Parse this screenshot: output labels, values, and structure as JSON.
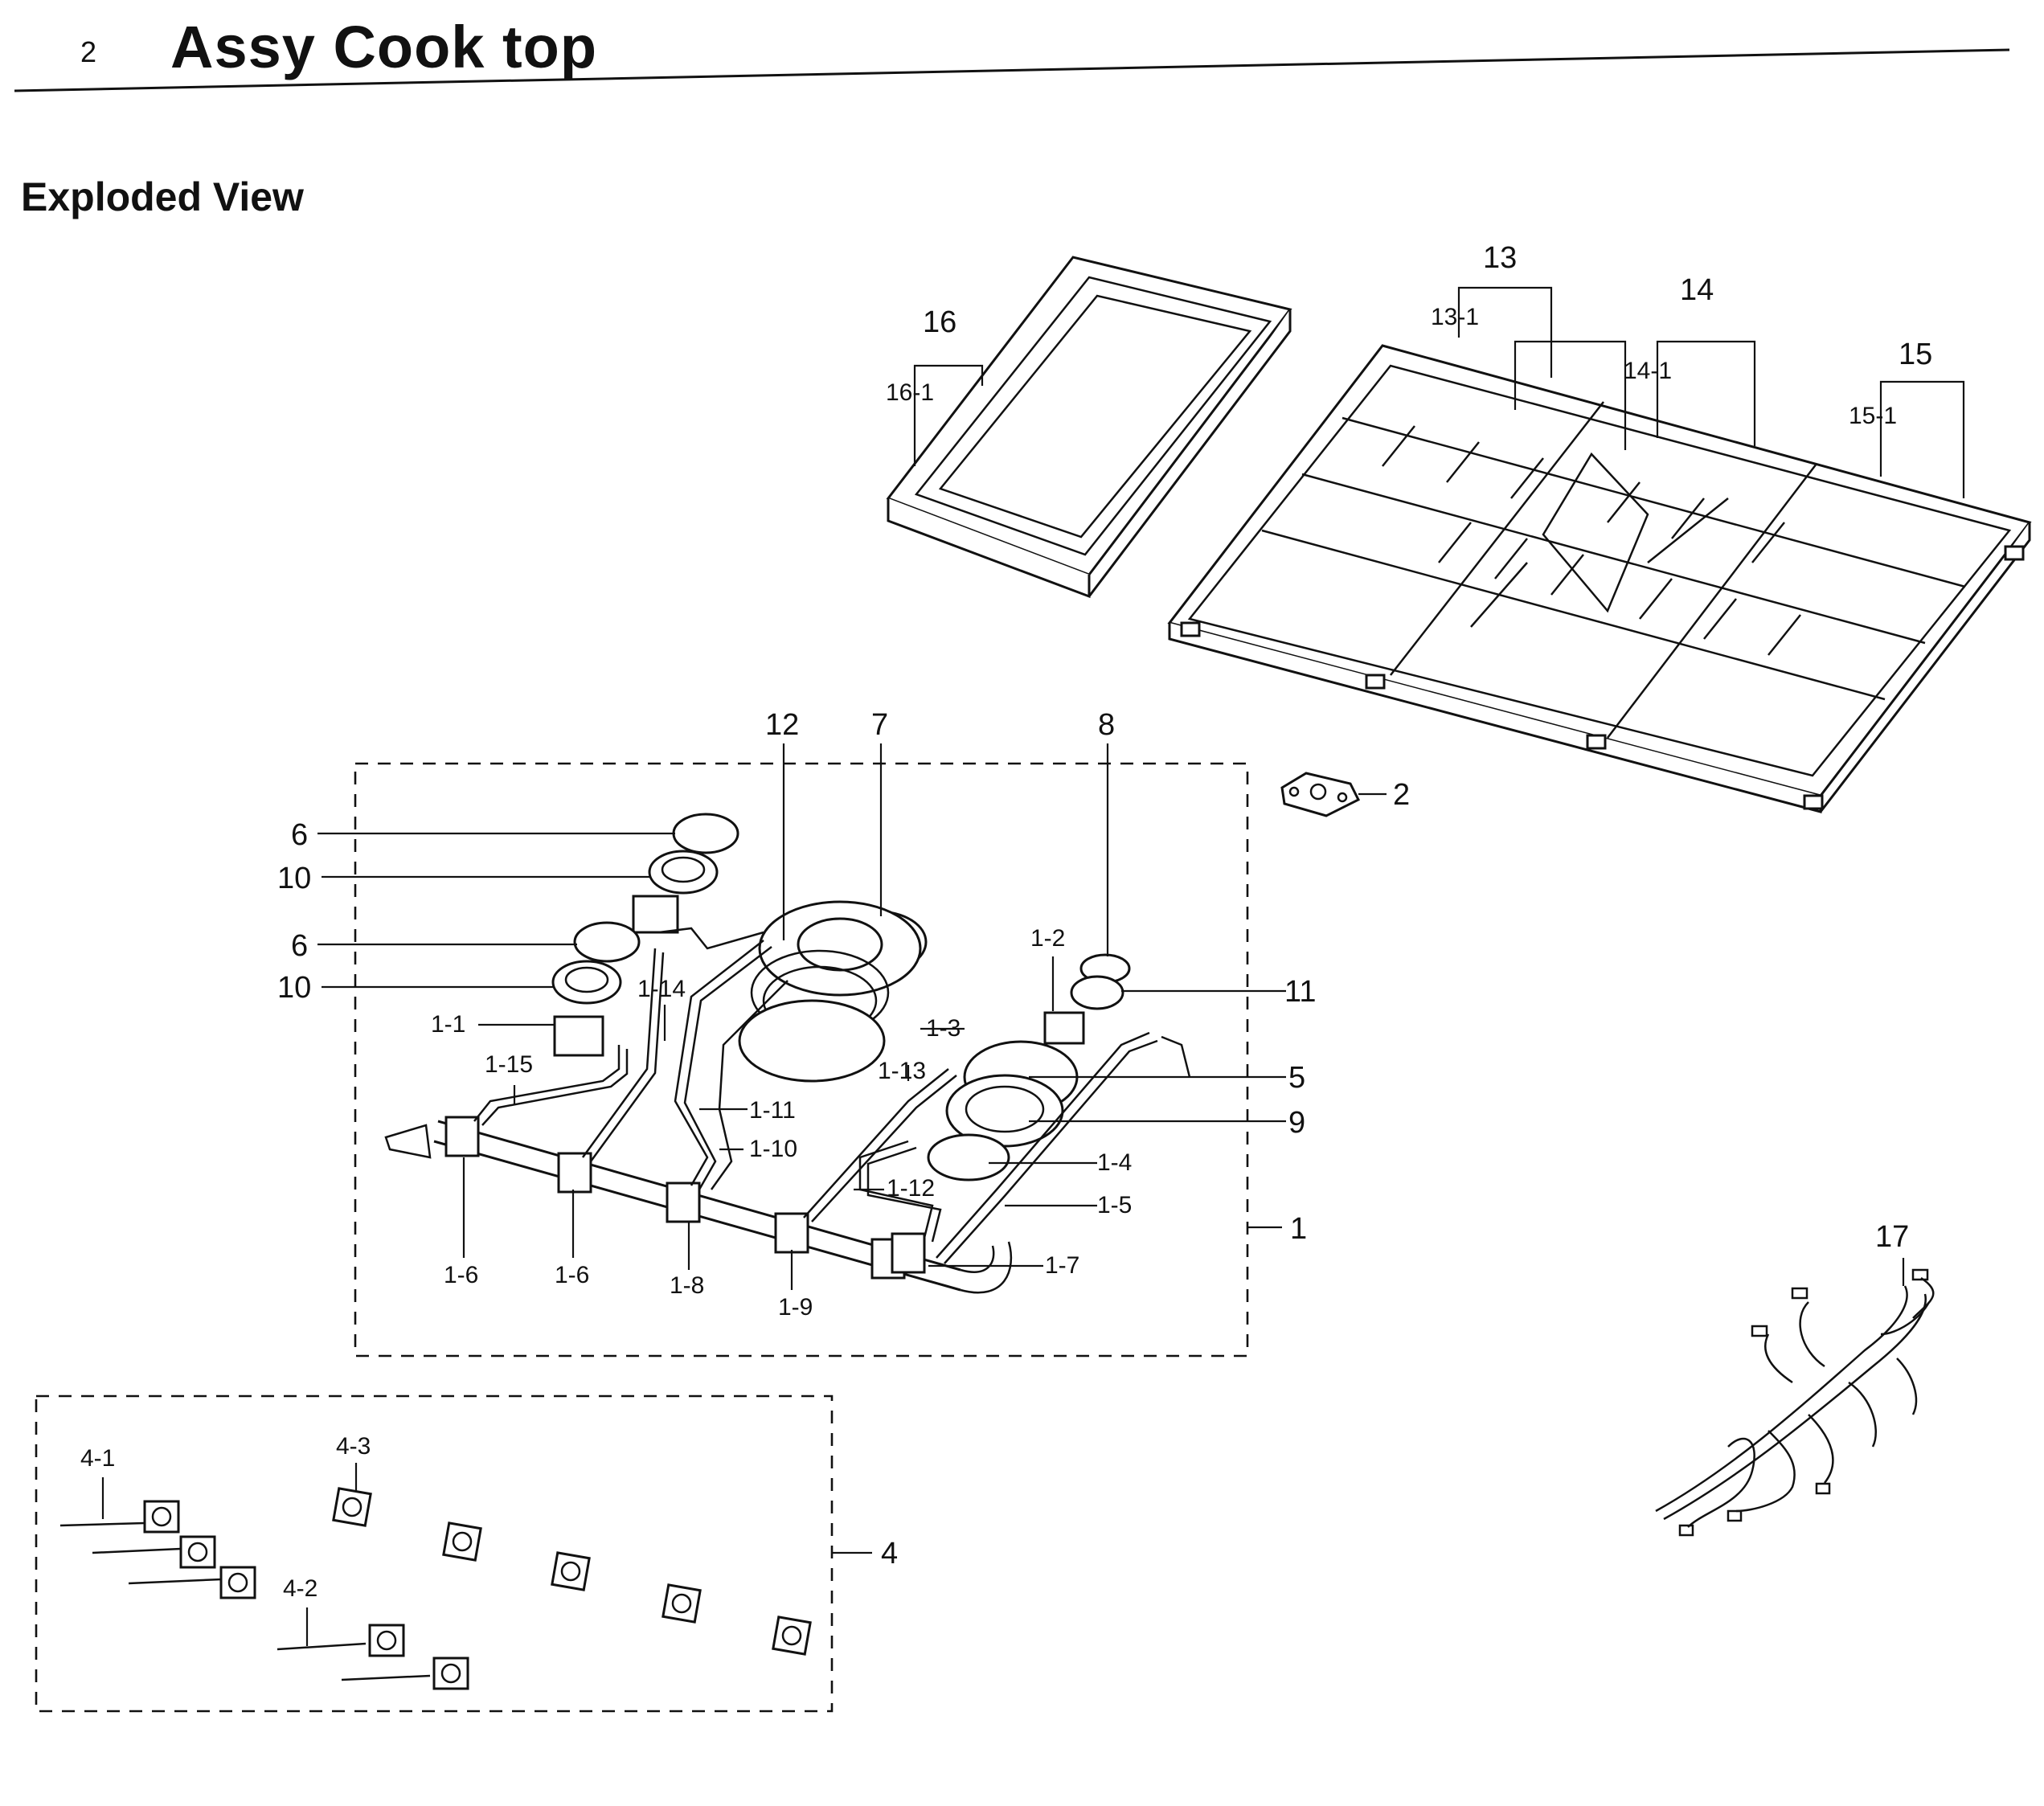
{
  "section": {
    "number": "2",
    "title": "Assy Cook top"
  },
  "subtitle": "Exploded View",
  "labels": {
    "l16": "16",
    "l16_1": "16-1",
    "l13": "13",
    "l13_1": "13-1",
    "l14": "14",
    "l14_1": "14-1",
    "l15": "15",
    "l15_1": "15-1",
    "l12": "12",
    "l7": "7",
    "l8": "8",
    "l2": "2",
    "l6a": "6",
    "l10a": "10",
    "l6b": "6",
    "l10b": "10",
    "l1_1": "1-1",
    "l1_2": "1-2",
    "l1_3": "1-3",
    "l1_4": "1-4",
    "l1_5": "1-5",
    "l1_6a": "1-6",
    "l1_6b": "1-6",
    "l1_7": "1-7",
    "l1_8": "1-8",
    "l1_9": "1-9",
    "l1_10": "1-10",
    "l1_11": "1-11",
    "l1_12": "1-12",
    "l1_13": "1-13",
    "l1_14": "1-14",
    "l1_15": "1-15",
    "l11": "11",
    "l5": "5",
    "l9": "9",
    "l1": "1",
    "l17": "17",
    "l4": "4",
    "l4_1": "4-1",
    "l4_2": "4-2",
    "l4_3": "4-3"
  }
}
